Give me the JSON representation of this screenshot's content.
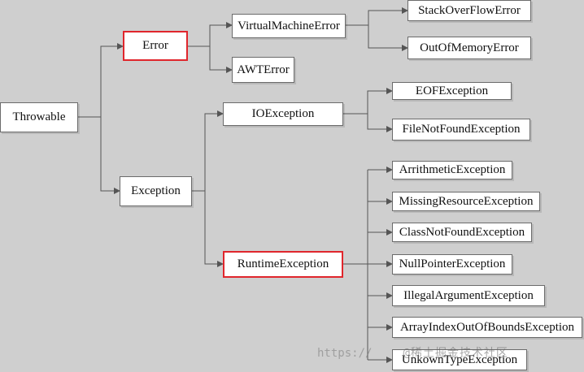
{
  "nodes": {
    "throwable": "Throwable",
    "error": "Error",
    "exception": "Exception",
    "virtual_machine_error": "VirtualMachineError",
    "awt_error": "AWTError",
    "stack_overflow_error": "StackOverFlowError",
    "out_of_memory_error": "OutOfMemoryError",
    "io_exception": "IOException",
    "eof_exception": "EOFException",
    "file_not_found_exception": "FileNotFoundException",
    "runtime_exception": "RuntimeException",
    "arithmetic_exception": "ArrithmeticException",
    "missing_resource_exception": "MissingResourceException",
    "class_not_found_exception": "ClassNotFoundException",
    "null_pointer_exception": "NullPointerException",
    "illegal_argument_exception": "IllegalArgumentException",
    "array_index_out_of_bounds_exception": "ArrayIndexOutOfBoundsException",
    "unknown_type_exception": "UnkownTypeException"
  },
  "highlighted": [
    "error",
    "runtime_exception"
  ],
  "highlight_color": "#e0262c",
  "watermark": {
    "url": "https://",
    "brand": "@稀土掘金技术社区"
  }
}
